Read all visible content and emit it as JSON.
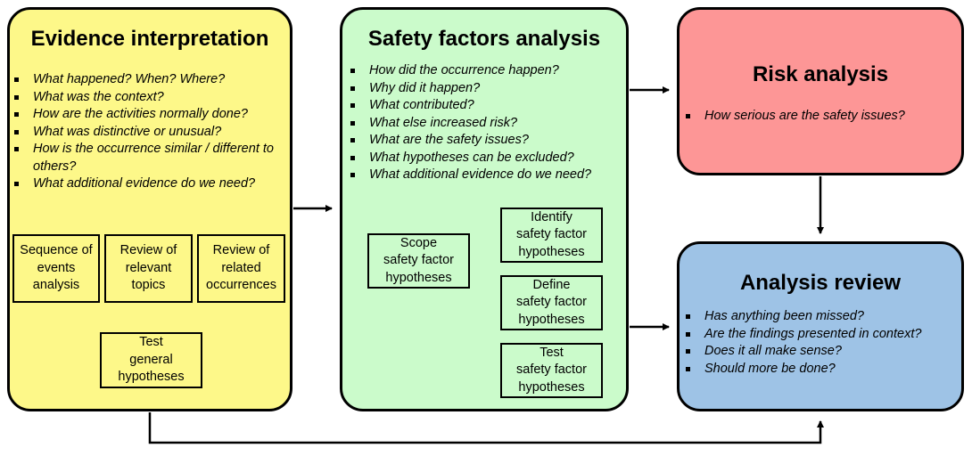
{
  "colors": {
    "evidence": "#fdf889",
    "safety": "#cbfbcb",
    "risk": "#fd9696",
    "review": "#9ec3e6",
    "line": "#000000"
  },
  "panels": {
    "evidence": {
      "title": "Evidence interpretation",
      "questions": [
        "What happened? When? Where?",
        "What was the context?",
        "How are the activities normally done?",
        "What was distinctive or unusual?",
        "How is the occurrence similar / different to others?",
        "What additional evidence do we need?"
      ],
      "boxes": {
        "sequence": "Sequence of\nevents\nanalysis",
        "topics": "Review of\nrelevant\ntopics",
        "related": "Review of\nrelated\noccurrences",
        "test_general": "Test\ngeneral\nhypotheses"
      }
    },
    "safety": {
      "title": "Safety factors analysis",
      "questions": [
        "How did the occurrence happen?",
        "Why did it happen?",
        "What contributed?",
        "What else increased risk?",
        "What are the safety issues?",
        "What hypotheses can be excluded?",
        "What additional evidence do we need?"
      ],
      "boxes": {
        "scope": "Scope\nsafety factor\nhypotheses",
        "identify": "Identify\nsafety factor\nhypotheses",
        "define": "Define\nsafety factor\nhypotheses",
        "test": "Test\nsafety factor\nhypotheses"
      }
    },
    "risk": {
      "title": "Risk analysis",
      "questions": [
        "How serious are the safety issues?"
      ]
    },
    "review": {
      "title": "Analysis review",
      "questions": [
        "Has anything been missed?",
        "Are the findings presented in context?",
        "Does it all make sense?",
        "Should more be done?"
      ]
    }
  }
}
